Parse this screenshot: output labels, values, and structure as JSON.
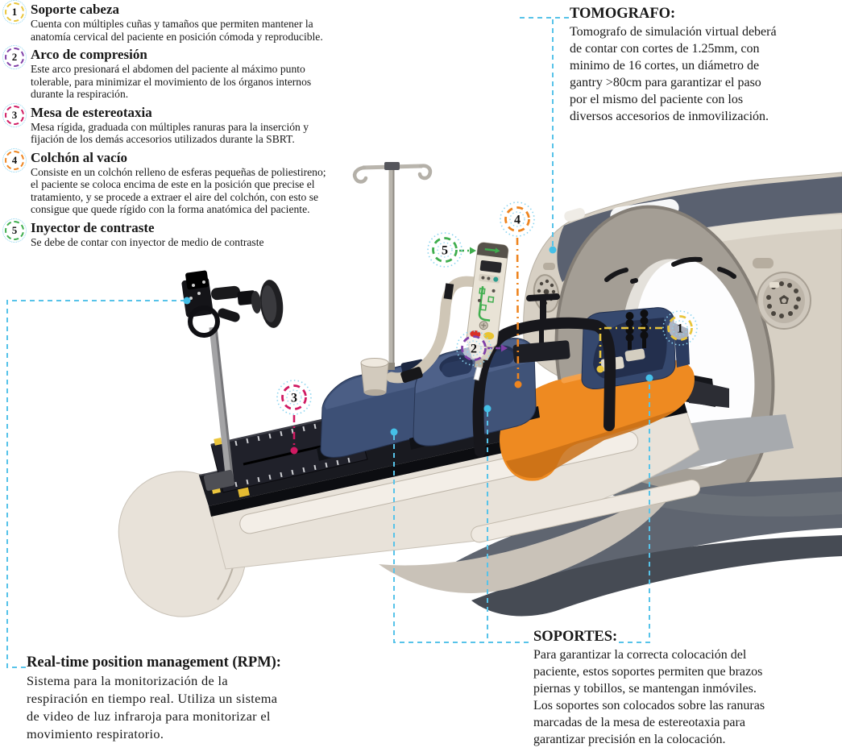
{
  "colors": {
    "leader_blue": "#57c3e9",
    "marker_1_yellow": "#e9c53b",
    "marker_2_purple": "#8040a8",
    "marker_3_crimson": "#d01a62",
    "marker_4_orange": "#ee8520",
    "marker_5_green": "#3fae4e",
    "cushion_orange": "#ee8a21",
    "support_navy": "#3d5076",
    "gantry_beige": "#d7d0c4"
  },
  "legend": {
    "items": [
      {
        "number": "1",
        "title": "Soporte cabeza",
        "description": "Cuenta con múltiples cuñas y tamaños que permiten mantener la\nanatomía cervical del paciente en posición cómoda y reproducible."
      },
      {
        "number": "2",
        "title": "Arco de compresión",
        "description": "Este arco presionará el abdomen del paciente al máximo punto\ntolerable, para minimizar el movimiento de los órganos internos\ndurante la respiración."
      },
      {
        "number": "3",
        "title": "Mesa de estereotaxia",
        "description": "Mesa rígida, graduada con múltiples ranuras para la inserción y\nfijación de los demás accesorios utilizados durante la SBRT."
      },
      {
        "number": "4",
        "title": "Colchón al vacío",
        "description": "Consiste en un colchón relleno de esferas pequeñas de poliestireno;\nel paciente se coloca encima de este en la posición que precise el\ntratamiento, y se procede a extraer el aire del colchón, con esto se\nconsigue que quede rígido con la forma anatómica del paciente."
      },
      {
        "number": "5",
        "title": "Inyector de contraste",
        "description": "Se debe de contar con inyector de medio de contraste"
      }
    ]
  },
  "callouts": {
    "tomografo": {
      "title": "TOMOGRAFO:",
      "body": "Tomografo de simulación virtual deberá\nde contar con cortes de 1.25mm, con\nminimo de 16 cortes, un diámetro de\ngantry >80cm para garantizar el paso\npor el mismo del paciente con los\ndiversos accesorios de inmovilización."
    },
    "rpm": {
      "title": "Real-time position management (RPM):",
      "body": "Sistema para la monitorización de la\nrespiración en tiempo real. Utiliza un sistema\nde video de luz infraroja para monitorizar el\nmovimiento respiratorio."
    },
    "soportes": {
      "title": "SOPORTES:",
      "body": "Para garantizar la correcta colocación del\npaciente, estos soportes permiten que brazos\npiernas y tobillos, se mantengan inmóviles.\nLos soportes son colocados sobre las ranuras\nmarcadas de la mesa de estereotaxia para\ngarantizar precisión en la colocación."
    }
  }
}
